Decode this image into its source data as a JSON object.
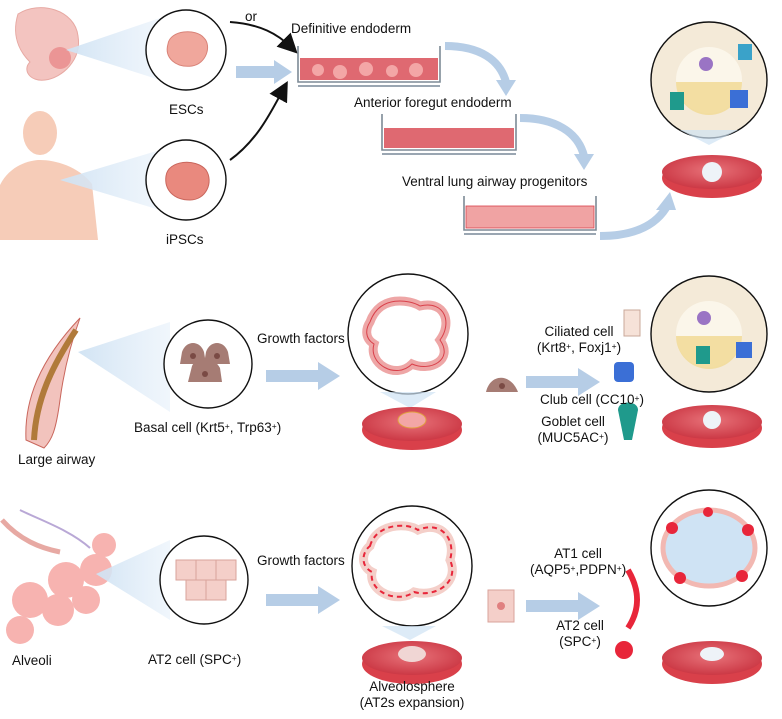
{
  "row1": {
    "arrow_or": "or",
    "esc": "ESCs",
    "ipsc": "iPSCs",
    "definitive": "Definitive endoderm",
    "anterior": "Anterior foregut endoderm",
    "ventral": "Ventral lung airway progenitors"
  },
  "row2": {
    "growth": "Growth factors",
    "basal_pre": "Basal cell (Krt5",
    "basal_mid": ", Trp63",
    "basal_post": ")",
    "large_airway": "Large airway",
    "ciliated": "Ciliated cell",
    "ciliated_m1": "(Krt8",
    "ciliated_m2": ", Foxj1",
    "ciliated_m3": ")",
    "club_pre": "Club cell (CC10",
    "club_post": ")",
    "goblet": "Goblet cell",
    "goblet_m1": "(MUC5AC",
    "goblet_m2": ")"
  },
  "row3": {
    "growth": "Growth factors",
    "alveoli": "Alveoli",
    "at2_pre": "AT2 cell (SPC",
    "at2_post": ")",
    "at1": "AT1 cell",
    "at1_m1": "(AQP5",
    "at1_m2": ",PDPN",
    "at1_m3": ")",
    "at2b": "AT2 cell",
    "at2b_m1": "(SPC",
    "at2b_m2": ")",
    "alveolosphere": "Alveolosphere",
    "alveolosphere_sub": "(AT2s expansion)"
  },
  "sup_plus": "+",
  "colors": {
    "dish_red": "#d9404a",
    "flow_arrow": "#a9c1dc",
    "cell_pink": "#f2b8b2",
    "club_blue": "#3b6fd6",
    "goblet_teal": "#1f9a8c",
    "at2_red": "#e8263a"
  }
}
